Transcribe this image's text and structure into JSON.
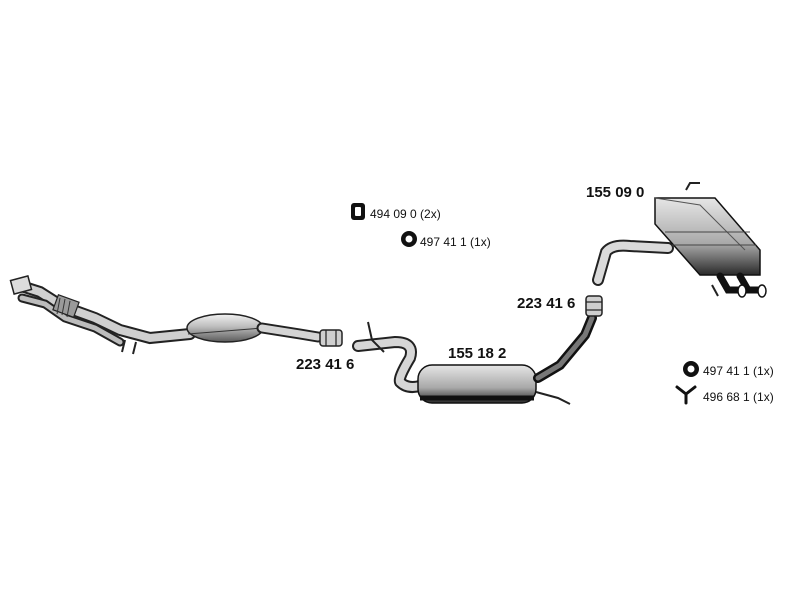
{
  "parts": {
    "rear_muffler": "155 09 0",
    "middle_muffler": "155 18 2",
    "clamp_front": "223 41 6",
    "clamp_rear": "223 41 6"
  },
  "legend_top": [
    {
      "icon": "rubber-mount-icon",
      "text": "494 09 0 (2x)"
    },
    {
      "icon": "rubber-ring-icon",
      "text": "497 41 1 (1x)"
    }
  ],
  "legend_right": [
    {
      "icon": "rubber-ring-icon",
      "text": "497 41 1 (1x)"
    },
    {
      "icon": "v-bracket-icon",
      "text": "496 68 1 (1x)"
    }
  ],
  "colors": {
    "ink": "#111111",
    "metal_light": "#d9d9d9",
    "metal_mid": "#9a9a9a",
    "metal_dark": "#3a3a3a"
  }
}
